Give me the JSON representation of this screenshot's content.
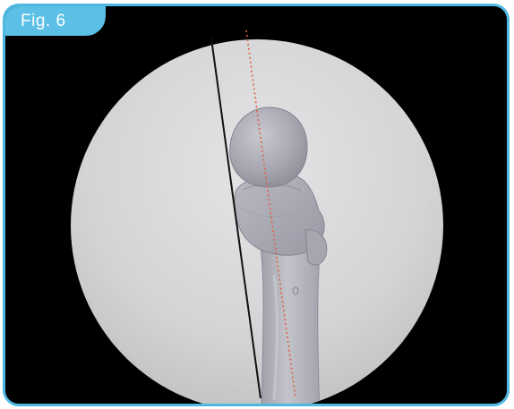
{
  "figure": {
    "label": "Fig. 6"
  },
  "colors": {
    "border": "#4fb8e0",
    "tab": "#5bbfe6",
    "background": "#000000",
    "reference_line": "#111111",
    "axis_line": "#e0603a"
  },
  "content": {
    "subject": "femur-xray-view",
    "lines": [
      "reference-line",
      "dotted-axis-line"
    ]
  }
}
